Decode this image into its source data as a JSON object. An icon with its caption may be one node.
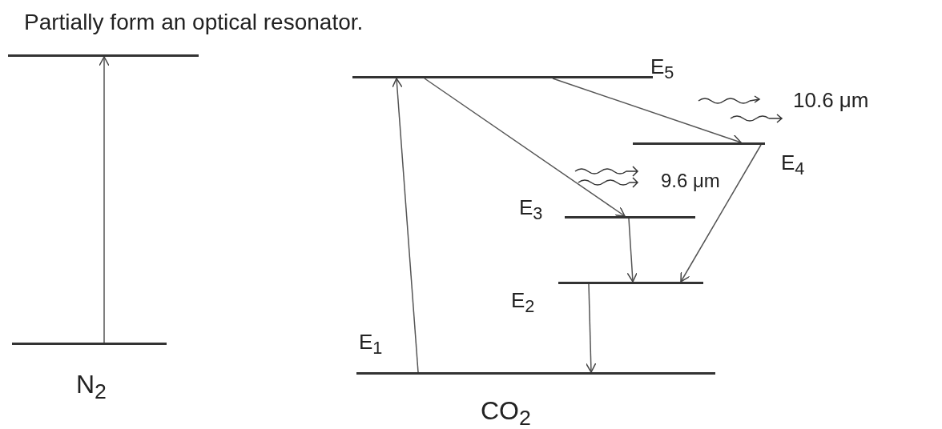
{
  "diagram": {
    "nodes": [
      {
        "text": [],
        "shape": "bar"
      },
      {
        "text": [],
        "shape": "bar"
      },
      {
        "text": [],
        "shape": "bar",
        "beside": [
          "E$_{5}$"
        ]
      },
      {
        "text": [],
        "shape": "bar",
        "beside": [
          "E$_{4}$"
        ]
      },
      {
        "text": [],
        "shape": "bar",
        "beside": [
          "E$_{3}$"
        ]
      },
      {
        "text": [],
        "shape": "bar",
        "beside": [
          "E$_{2}$"
        ]
      },
      {
        "text": [],
        "shape": "bar",
        "beside": [
          "E$_{1}$"
        ]
      }
    ],
    "edges": [
      {
        "from": 1,
        "to": 0,
        "arrow": "to"
      },
      {
        "from": 6,
        "to": 2,
        "arrow": "to"
      },
      {
        "from": 2,
        "to": 4,
        "arrow": "to"
      },
      {
        "from": 2,
        "to": 3,
        "arrow": "to"
      },
      {
        "from": 4,
        "to": 5,
        "arrow": "to"
      },
      {
        "from": 3,
        "to": 5,
        "arrow": "to"
      },
      {
        "from": 5,
        "to": 6,
        "arrow": "to"
      }
    ],
    "labels": [
      "Partially form an optical resonator.",
      "10.6 μm",
      "9.6 μm",
      "N$_{2}$",
      "CO$_{2}$"
    ]
  }
}
